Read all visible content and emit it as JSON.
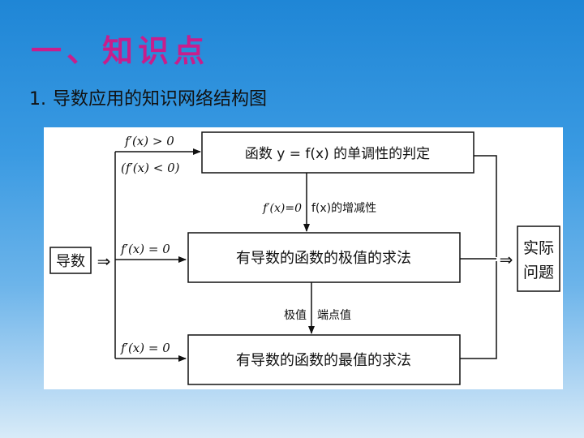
{
  "slide": {
    "title": "一、知识点",
    "subtitle_num": "1.",
    "subtitle_text": "导数应用的知识网络结构图"
  },
  "diagram": {
    "source_label": "导数",
    "source_arrow": "⇒",
    "box_monotonic": "函数 y = f(x) 的单调性的判定",
    "box_extrema": "有导数的函数的极值的求法",
    "box_max": "有导数的函数的最值的求法",
    "target_line1": "实际",
    "target_line2": "问题",
    "label_pos": "f′(x) > 0",
    "label_neg": "(f′(x) < 0)",
    "label_zero_mid": "f′(x) = 0",
    "label_zero_bottom": "f′(x) = 0",
    "label_down1_left": "f′(x)=0",
    "label_down1_right": "f(x)的增减性",
    "label_down2_left": "极值",
    "label_down2_right": "端点值",
    "target_arrow": "⇒"
  }
}
